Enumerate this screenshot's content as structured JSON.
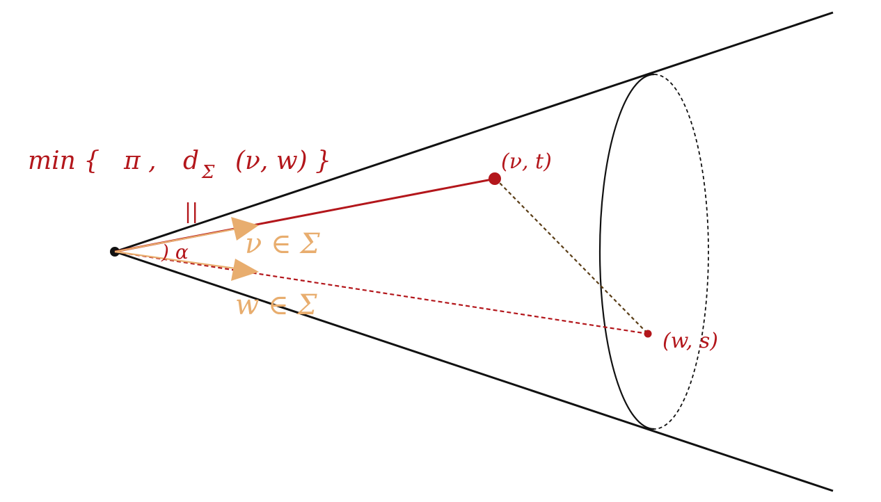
{
  "labels": {
    "min_prefix": "min {",
    "pi": "π ,",
    "d": "d",
    "sigma_sub": "Σ",
    "args": "(ν, w) }",
    "equals": "||",
    "alpha": ") α",
    "v_in_sigma": "ν ∈ Σ",
    "w_in_sigma": "w ∈ Σ",
    "point_vt": "(ν, t)",
    "point_ws": "(w, s)"
  },
  "colors": {
    "cone": "#111111",
    "red": "#b3161b",
    "tan": "#e8ad6e",
    "brown": "#5a3d16"
  }
}
